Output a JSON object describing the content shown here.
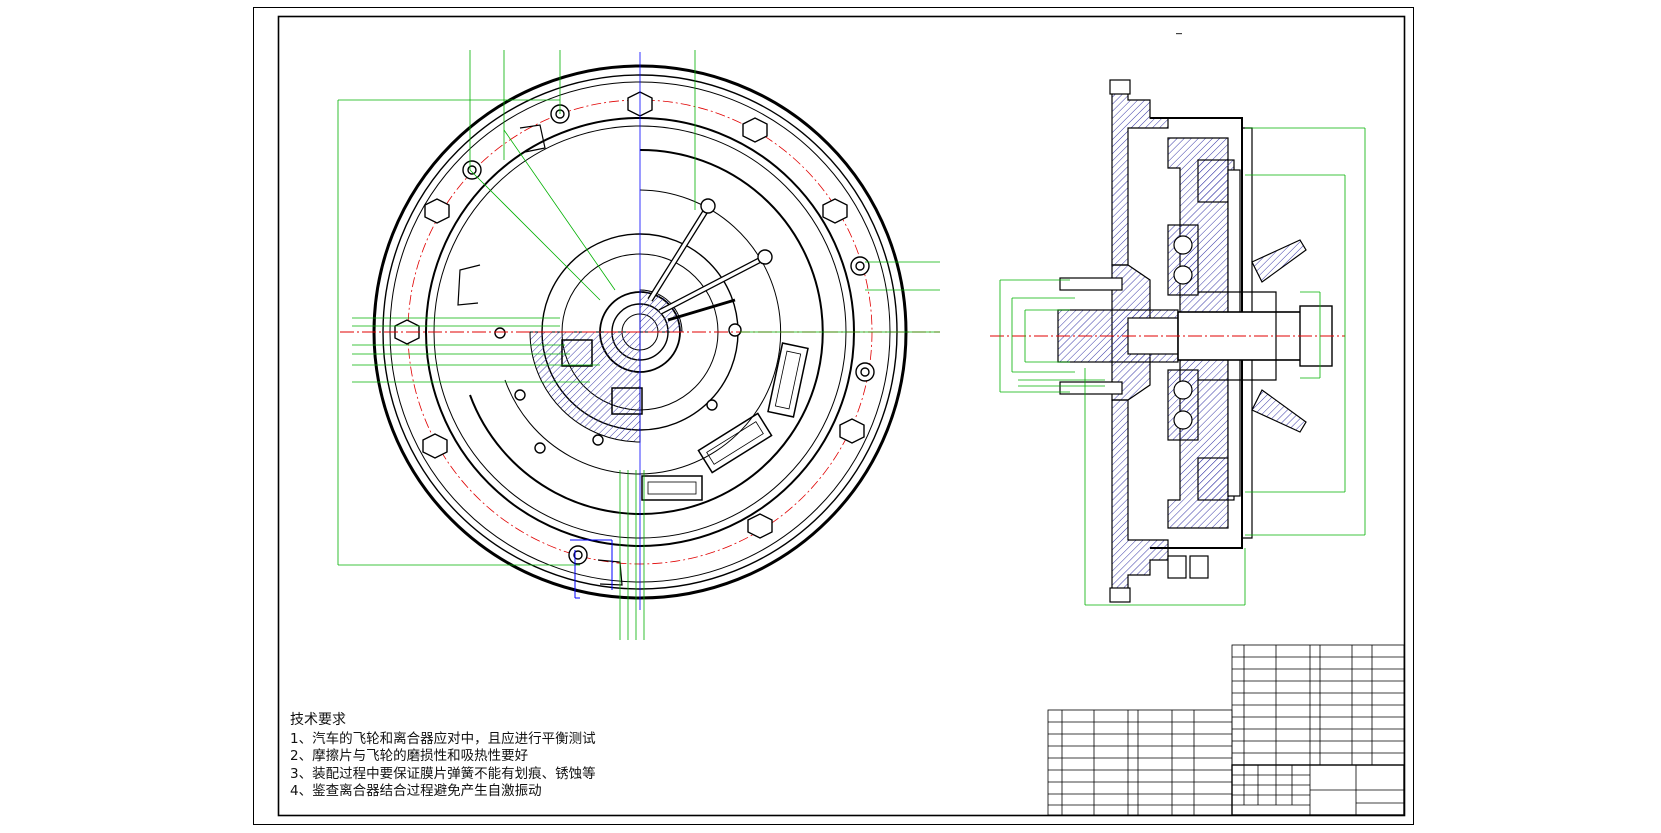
{
  "technical_requirements": {
    "title": "技术要求",
    "items": [
      "1、汽车的飞轮和离合器应对中，且应进行平衡测试",
      "2、摩擦片与飞轮的磨损性和吸热性要好",
      "3、装配过程中要保证膜片弹簧不能有划痕、锈蚀等",
      "4、鉴查离合器结合过程避免产生自激振动"
    ]
  },
  "colors": {
    "outline": "#000000",
    "dimension": "#00b000",
    "centerline": "#e00000",
    "hatch": "#3a3aa8",
    "axis": "#0000ff"
  }
}
